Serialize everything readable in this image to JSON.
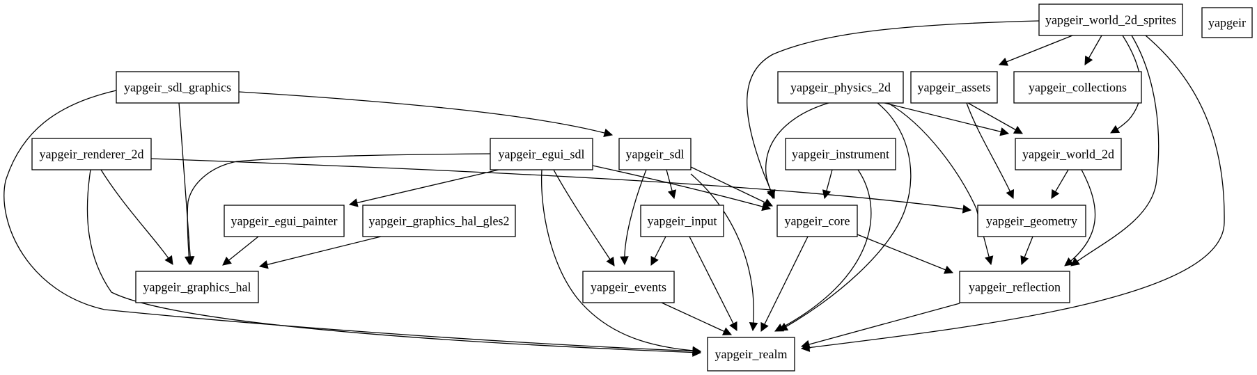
{
  "graph": {
    "nodes": [
      {
        "id": "world_2d_sprites",
        "label": "yapgeir_world_2d_sprites"
      },
      {
        "id": "yapgeir",
        "label": "yapgeir"
      },
      {
        "id": "sdl_graphics",
        "label": "yapgeir_sdl_graphics"
      },
      {
        "id": "physics_2d",
        "label": "yapgeir_physics_2d"
      },
      {
        "id": "assets",
        "label": "yapgeir_assets"
      },
      {
        "id": "collections",
        "label": "yapgeir_collections"
      },
      {
        "id": "renderer_2d",
        "label": "yapgeir_renderer_2d"
      },
      {
        "id": "egui_sdl",
        "label": "yapgeir_egui_sdl"
      },
      {
        "id": "sdl",
        "label": "yapgeir_sdl"
      },
      {
        "id": "instrument",
        "label": "yapgeir_instrument"
      },
      {
        "id": "world_2d",
        "label": "yapgeir_world_2d"
      },
      {
        "id": "egui_painter",
        "label": "yapgeir_egui_painter"
      },
      {
        "id": "graphics_hal_gles2",
        "label": "yapgeir_graphics_hal_gles2"
      },
      {
        "id": "input",
        "label": "yapgeir_input"
      },
      {
        "id": "core",
        "label": "yapgeir_core"
      },
      {
        "id": "geometry",
        "label": "yapgeir_geometry"
      },
      {
        "id": "graphics_hal",
        "label": "yapgeir_graphics_hal"
      },
      {
        "id": "events",
        "label": "yapgeir_events"
      },
      {
        "id": "reflection",
        "label": "yapgeir_reflection"
      },
      {
        "id": "realm",
        "label": "yapgeir_realm"
      }
    ],
    "edges": [
      {
        "from": "world_2d_sprites",
        "to": "assets"
      },
      {
        "from": "world_2d_sprites",
        "to": "collections"
      },
      {
        "from": "world_2d_sprites",
        "to": "world_2d"
      },
      {
        "from": "world_2d_sprites",
        "to": "core"
      },
      {
        "from": "world_2d_sprites",
        "to": "reflection"
      },
      {
        "from": "world_2d_sprites",
        "to": "realm"
      },
      {
        "from": "sdl_graphics",
        "to": "sdl"
      },
      {
        "from": "sdl_graphics",
        "to": "graphics_hal"
      },
      {
        "from": "sdl_graphics",
        "to": "realm"
      },
      {
        "from": "physics_2d",
        "to": "core"
      },
      {
        "from": "physics_2d",
        "to": "world_2d"
      },
      {
        "from": "physics_2d",
        "to": "reflection"
      },
      {
        "from": "physics_2d",
        "to": "realm"
      },
      {
        "from": "assets",
        "to": "world_2d"
      },
      {
        "from": "assets",
        "to": "geometry"
      },
      {
        "from": "renderer_2d",
        "to": "geometry"
      },
      {
        "from": "renderer_2d",
        "to": "graphics_hal"
      },
      {
        "from": "renderer_2d",
        "to": "realm"
      },
      {
        "from": "egui_sdl",
        "to": "graphics_hal"
      },
      {
        "from": "egui_sdl",
        "to": "egui_painter"
      },
      {
        "from": "egui_sdl",
        "to": "events"
      },
      {
        "from": "egui_sdl",
        "to": "core"
      },
      {
        "from": "egui_sdl",
        "to": "realm"
      },
      {
        "from": "sdl",
        "to": "input"
      },
      {
        "from": "sdl",
        "to": "events"
      },
      {
        "from": "sdl",
        "to": "core"
      },
      {
        "from": "sdl",
        "to": "realm"
      },
      {
        "from": "instrument",
        "to": "core"
      },
      {
        "from": "instrument",
        "to": "realm"
      },
      {
        "from": "world_2d",
        "to": "geometry"
      },
      {
        "from": "world_2d",
        "to": "reflection"
      },
      {
        "from": "egui_painter",
        "to": "graphics_hal"
      },
      {
        "from": "graphics_hal_gles2",
        "to": "graphics_hal"
      },
      {
        "from": "input",
        "to": "events"
      },
      {
        "from": "input",
        "to": "realm"
      },
      {
        "from": "core",
        "to": "reflection"
      },
      {
        "from": "core",
        "to": "realm"
      },
      {
        "from": "geometry",
        "to": "reflection"
      },
      {
        "from": "events",
        "to": "realm"
      },
      {
        "from": "reflection",
        "to": "realm"
      }
    ]
  }
}
